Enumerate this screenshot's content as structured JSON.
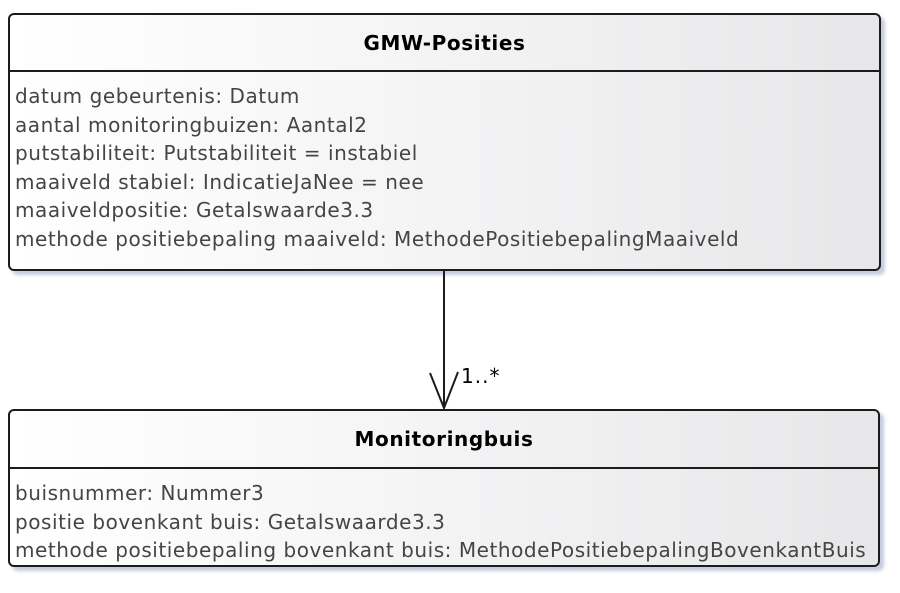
{
  "classes": [
    {
      "name": "GMW-Posities",
      "attributes": [
        "datum gebeurtenis: Datum",
        "aantal monitoringbuizen: Aantal2",
        "putstabiliteit: Putstabiliteit = instabiel",
        "maaiveld stabiel: IndicatieJaNee = nee",
        "maaiveldpositie: Getalswaarde3.3",
        "methode positiebepaling maaiveld: MethodePositiebepalingMaaiveld"
      ]
    },
    {
      "name": "Monitoringbuis",
      "attributes": [
        "buisnummer: Nummer3",
        "positie bovenkant buis: Getalswaarde3.3",
        "methode positiebepaling bovenkant buis: MethodePositiebepalingBovenkantBuis"
      ]
    }
  ],
  "association": {
    "source": "GMW-Posities",
    "target": "Monitoringbuis",
    "multiplicity": "1..*"
  },
  "colors": {
    "box_border": "#1c1c1c",
    "box_fill_start": "#ffffff",
    "box_fill_end": "#e7e7e9",
    "box_shadow": "#c7ccdf",
    "title_text": "#000000",
    "attribute_text": "#454545",
    "arrow": "#1c1c1c"
  }
}
